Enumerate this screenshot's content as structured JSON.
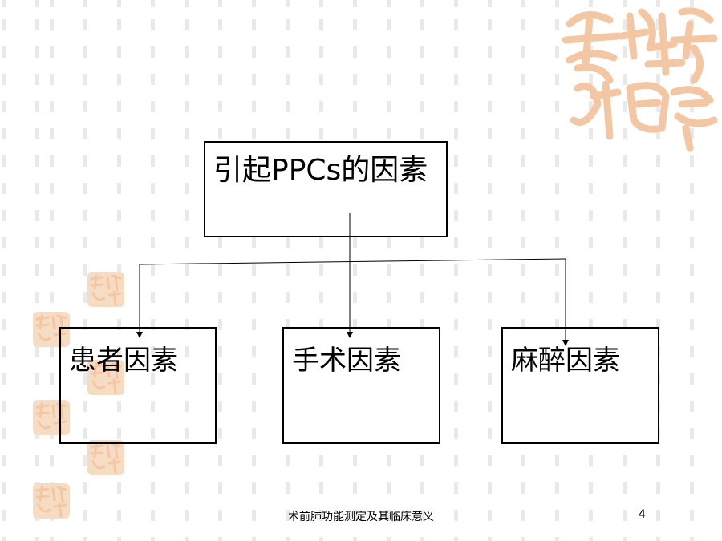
{
  "diagram": {
    "root": {
      "label": "引起PPCs的因素"
    },
    "children": [
      {
        "label": "患者因素"
      },
      {
        "label": "手术因素"
      },
      {
        "label": "麻醉因素"
      }
    ]
  },
  "footer": {
    "title": "术前肺功能测定及其临床意义",
    "page_number": "4"
  },
  "colors": {
    "seal": "#f3c7a3",
    "seal_light": "#f7dcc4",
    "stripe": "#e9e9e9",
    "box_border": "#000000",
    "connector": "#000000"
  },
  "decorations": {
    "seal_icon": "auspicious-seal-icon"
  }
}
